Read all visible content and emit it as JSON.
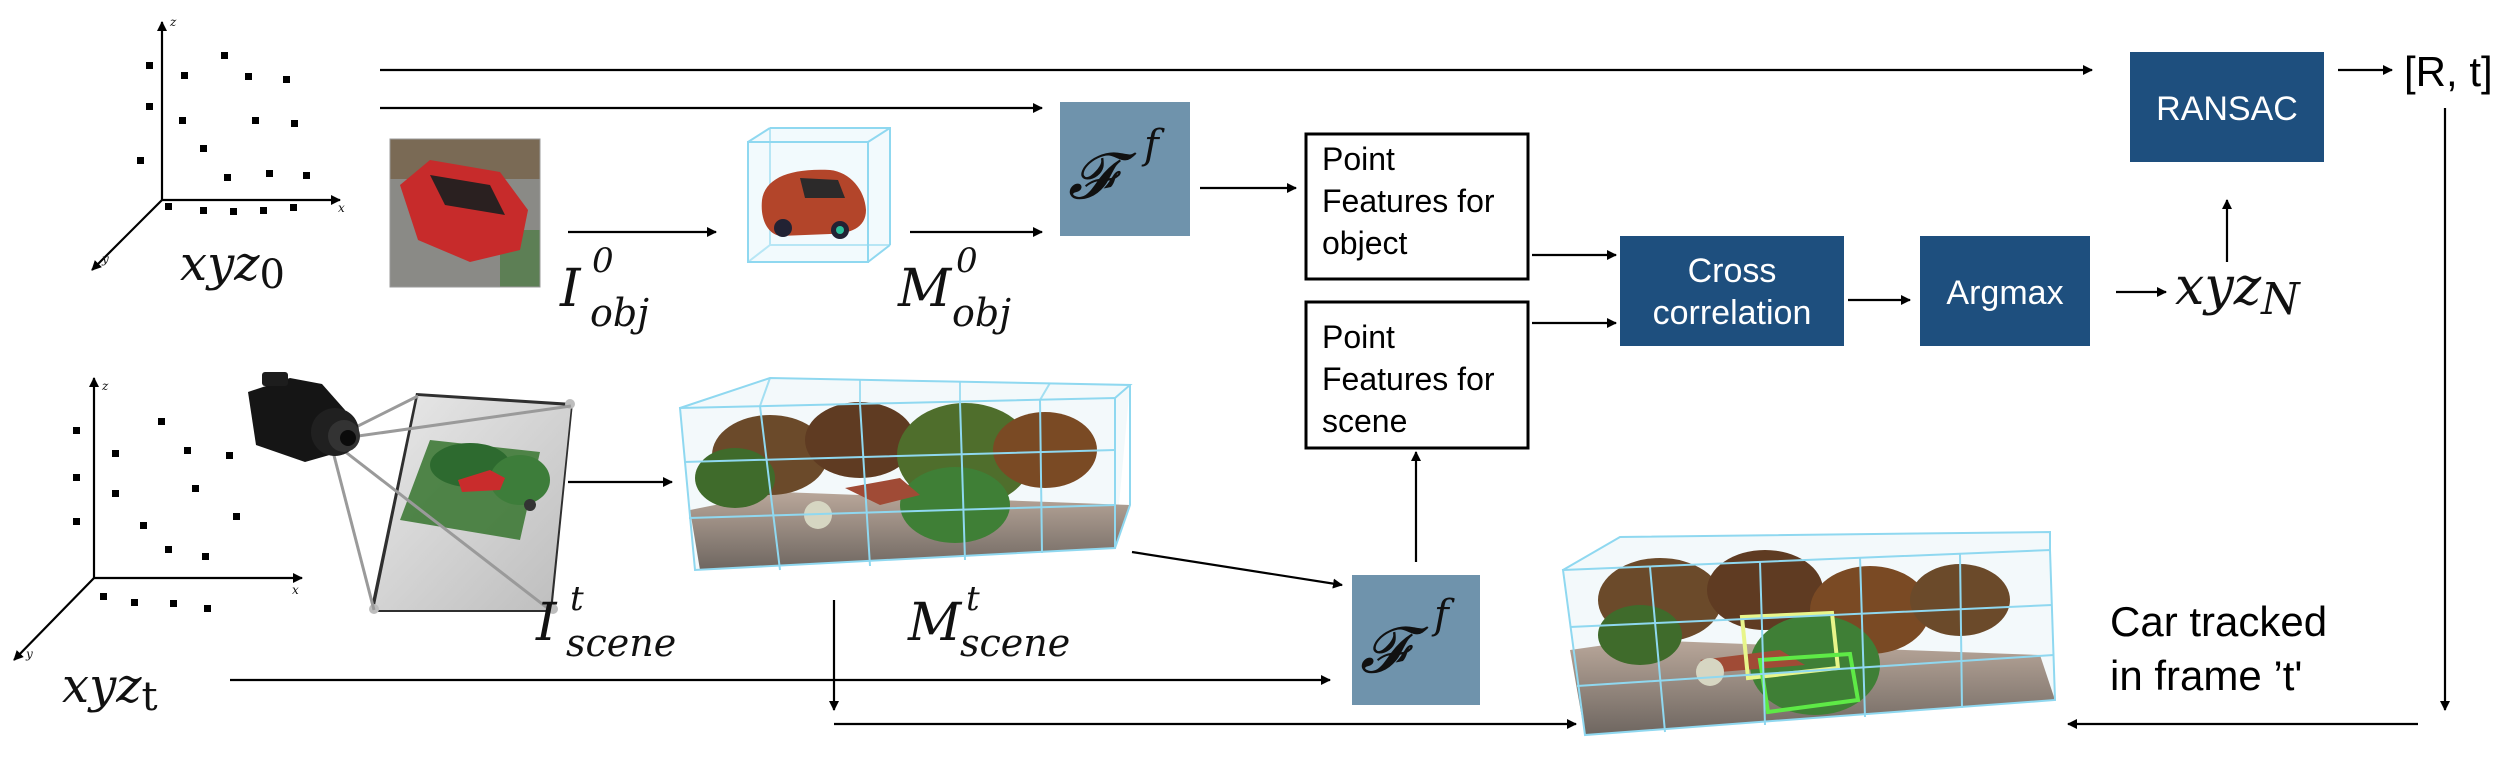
{
  "labels": {
    "xyz0_base": "xyz",
    "xyz0_sub": "0",
    "xyzt_base": "xyz",
    "xyzt_sub": "t",
    "xyzN_base": "xyz",
    "xyzN_sub": "N",
    "I_obj_base": "I",
    "I_obj_sup": "0",
    "I_obj_sub": "obj",
    "M_obj_base": "M",
    "M_obj_sup": "0",
    "M_obj_sub": "obj",
    "I_scene_base": "I",
    "I_scene_sup": "t",
    "I_scene_sub": "scene",
    "M_scene_base": "M",
    "M_scene_sup": "t",
    "M_scene_sub": "scene",
    "F_base": "𝓕",
    "F_sup": "f",
    "Rt": "[R, t]"
  },
  "boxes": {
    "ransac": "RANSAC",
    "cross_correlation": [
      "Cross",
      "correlation"
    ],
    "argmax": "Argmax",
    "point_features_object": [
      "Point",
      "Features for",
      "object"
    ],
    "point_features_scene": [
      "Point",
      "Features for",
      "scene"
    ]
  },
  "caption": [
    "Car tracked",
    "in frame ’t'"
  ],
  "axes": {
    "x": "x",
    "y": "y",
    "z": "z"
  },
  "colors": {
    "dark_box": "#1e4f7e",
    "steel_box": "#6f93ac",
    "voxel_grid": "#8fd8f0"
  }
}
